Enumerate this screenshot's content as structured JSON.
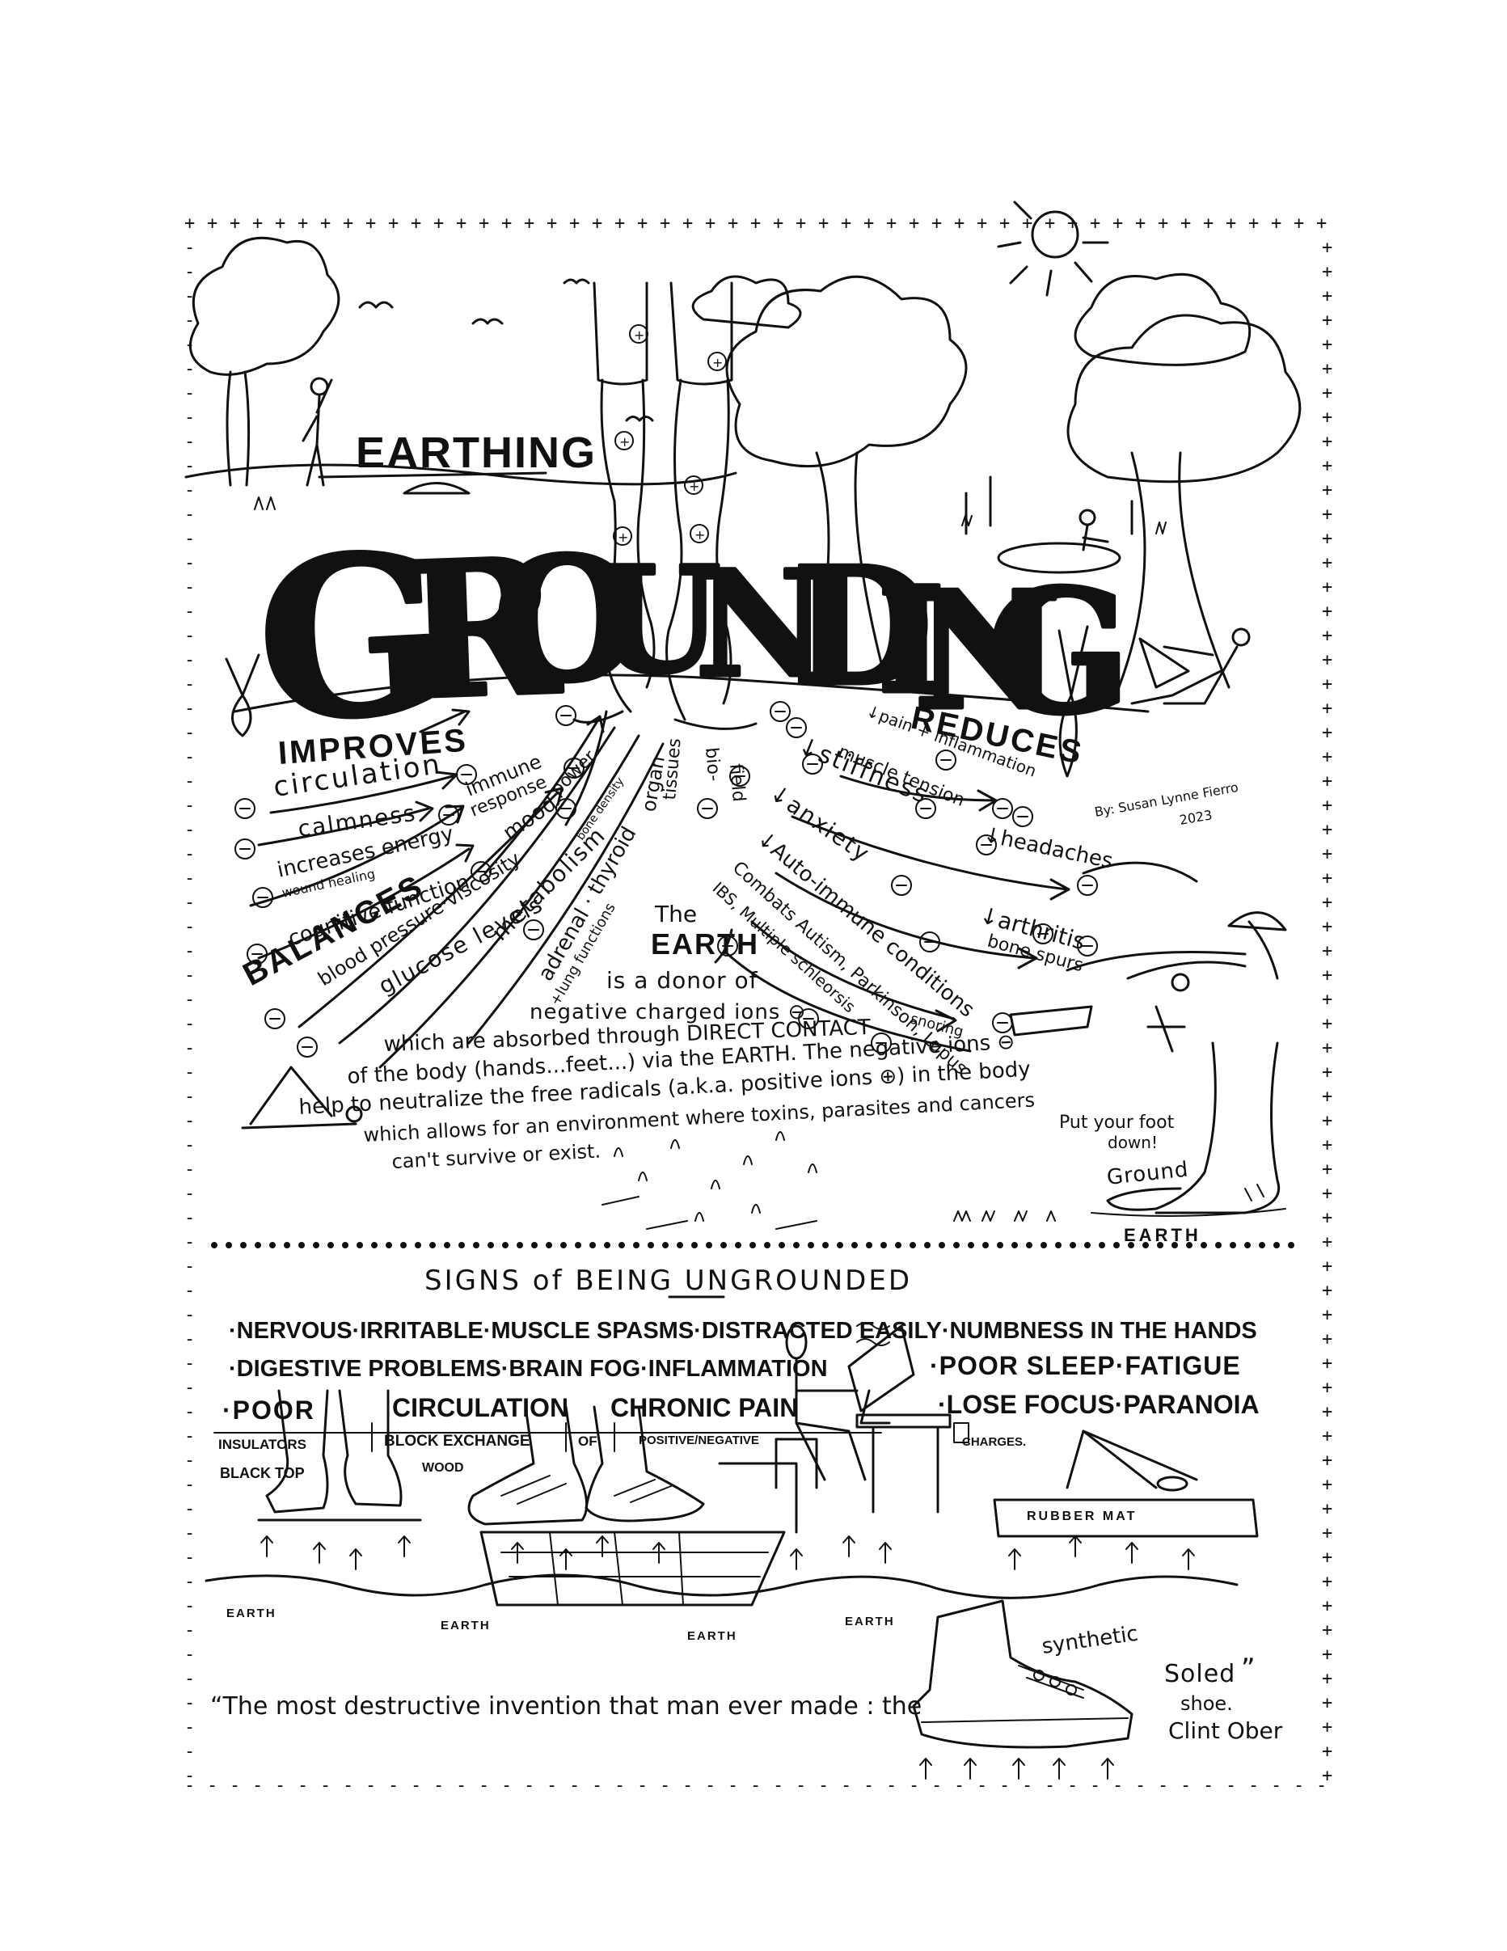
{
  "title": {
    "earthing": "EARTHING",
    "grounding_letters": [
      "G",
      "R",
      "O",
      "U",
      "N",
      "D",
      "I",
      "N",
      "G"
    ]
  },
  "signature": {
    "by": "By: Susan Lynne Fierro",
    "year": "2023"
  },
  "improves": {
    "heading": "IMPROVES",
    "items": [
      "circulation",
      "calmness",
      "immune",
      "response",
      "increases energy",
      "wound healing",
      "mood",
      "power",
      "cognitive function",
      "bone density",
      "organ",
      "tissues",
      "bio-",
      "field"
    ]
  },
  "balances": {
    "heading": "BALANCES",
    "items": [
      "blood pressure·viscosity",
      "glucose levels",
      "metabolism",
      "adrenal · thyroid",
      "+lung functions"
    ]
  },
  "reduces": {
    "heading": "REDUCES",
    "items": [
      "↓pain + inflammation",
      "↓stiffness",
      "muscle tension",
      "↓anxiety",
      "↓headaches",
      "↓Auto-immune conditions",
      "↓arthritis",
      "bone spurs",
      "Combats Autism, Parkinson, Lupus",
      "IBS, Multiple schleorsis",
      "snoring"
    ]
  },
  "earth_text": {
    "the": "The",
    "earth": "EARTH",
    "lines": [
      "is a donor of",
      "negative charged ions ⊖",
      "which are absorbed through DIRECT CONTACT",
      "of the body (hands...feet...) via the EARTH. The negative ions ⊖",
      "help to neutralize the free radicals (a.k.a. positive ions ⊕) in the body",
      "which allows for an environment where toxins, parasites and cancers",
      "can't survive or exist."
    ]
  },
  "foot": {
    "put": "Put your foot",
    "down": "down!",
    "ground": "Ground",
    "earth": "EARTH"
  },
  "ungrounded": {
    "heading": "SIGNS of BEING UNGROUNDED",
    "row1": "·NERVOUS·IRRITABLE·MUSCLE SPASMS·DISTRACTED EASILY·NUMBNESS IN THE HANDS",
    "row2_left": "·DIGESTIVE PROBLEMS·BRAIN FOG·INFLAMMATION",
    "row2_right": "·POOR SLEEP·FATIGUE",
    "row3_poor": "·POOR",
    "row3_circ": "CIRCULATION",
    "row3_pain": "CHRONIC PAIN",
    "row3_focus": "·LOSE FOCUS·PARANOIA",
    "insulators": "INSULATORS",
    "block": "BLOCK EXCHANGE",
    "of": "OF",
    "posneg": "POSITIVE/NEGATIVE",
    "charges": "CHARGES.",
    "blacktop": "BLACK TOP",
    "wood": "WOOD",
    "rubber": "RUBBER MAT",
    "synthetic": "synthetic",
    "earth_labels": [
      "EARTH",
      "EARTH",
      "EARTH",
      "EARTH"
    ]
  },
  "quote": {
    "text": "“The most destructive invention that man ever made : the",
    "soled": "Soled",
    "shoe": "shoe.",
    "close": "”",
    "author": "Clint Ober"
  }
}
